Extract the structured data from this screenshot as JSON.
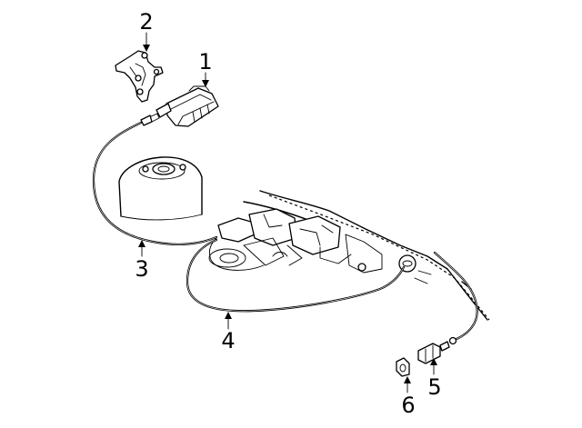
{
  "callouts": [
    {
      "id": "1",
      "label": "1"
    },
    {
      "id": "2",
      "label": "2"
    },
    {
      "id": "3",
      "label": "3"
    },
    {
      "id": "4",
      "label": "4"
    },
    {
      "id": "5",
      "label": "5"
    },
    {
      "id": "6",
      "label": "6"
    }
  ]
}
